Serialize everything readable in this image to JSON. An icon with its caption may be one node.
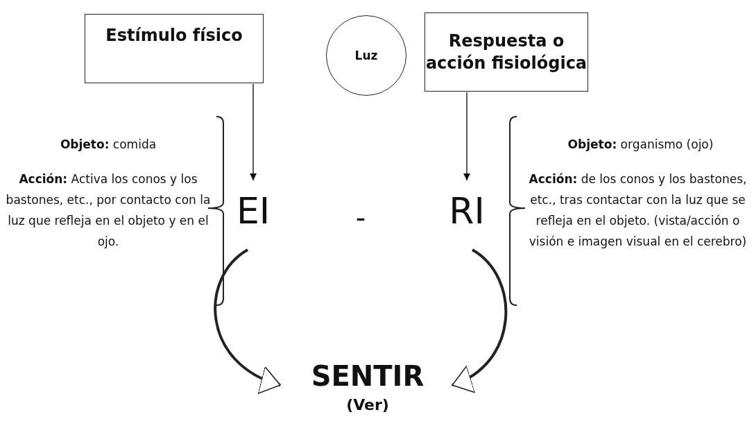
{
  "diagram": {
    "nodes": [
      {
        "text": [
          "Estímulo físico"
        ]
      },
      {
        "text": [
          "Luz"
        ]
      },
      {
        "text": [
          "Respuesta o acción fisiológica"
        ]
      },
      {
        "text": [
          "EI"
        ]
      },
      {
        "text": [
          "RI"
        ]
      },
      {
        "text": [
          "SENTIR",
          "(Ver)"
        ]
      }
    ],
    "edges": [
      {
        "from": 0,
        "to": 3,
        "arrow": "to"
      },
      {
        "from": 2,
        "to": 4,
        "arrow": "to"
      },
      {
        "from": 3,
        "to": 5,
        "arrow": "to",
        "style": "thick"
      },
      {
        "from": 4,
        "to": 5,
        "arrow": "to",
        "style": "thick"
      }
    ],
    "labels": [
      "**Objeto:** comida",
      "**Acción:** Activa los conos y los bastones, etc.,  por contacto con la luz que refleja en el objeto y en el ojo.",
      "-",
      "**Objeto:** organismo (ojo)",
      "**Acción:** de los conos y los bastones, etc., tras contactar con la luz que se refleja  en el objeto. (vista/acción o visión e imagen visual en el cerebro)"
    ]
  }
}
